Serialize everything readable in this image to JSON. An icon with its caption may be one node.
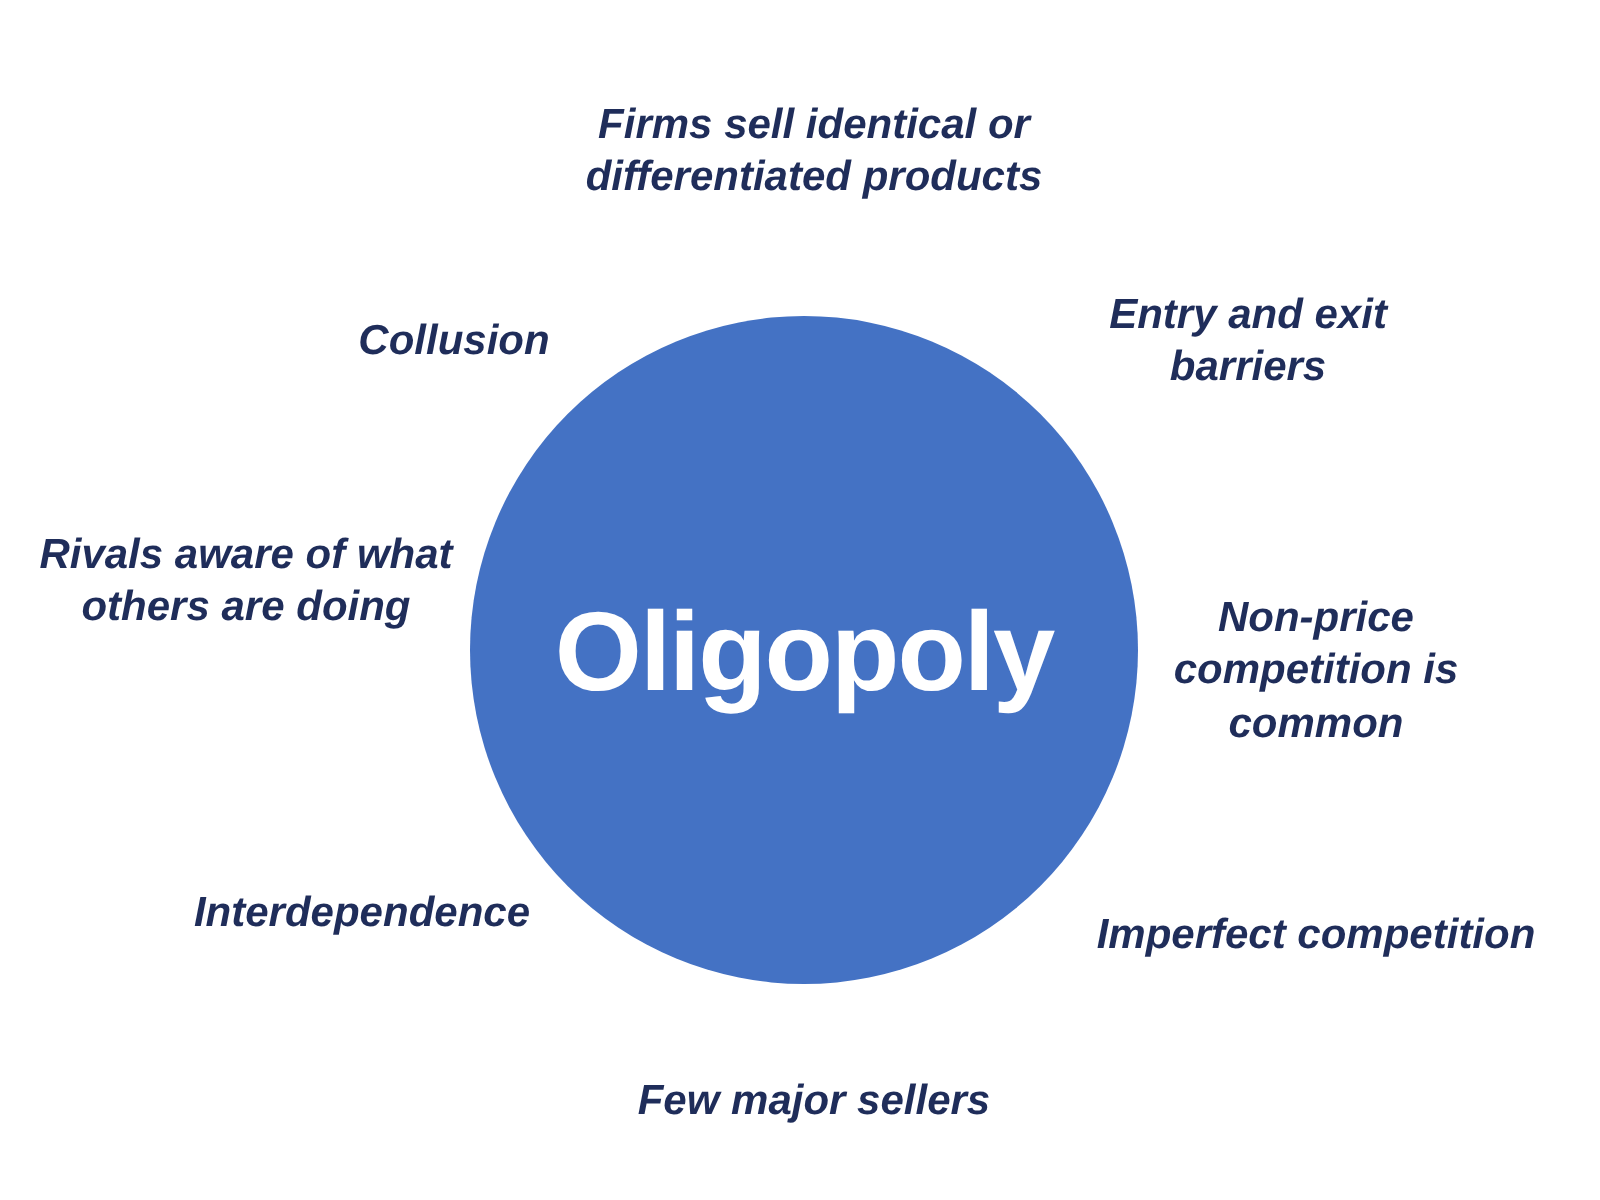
{
  "diagram": {
    "nodes": [
      {
        "text": [
          "Oligopoly"
        ]
      }
    ],
    "labels": [
      "Firms sell identical or differentiated products",
      "Collusion",
      "Entry and exit barriers",
      "Rivals aware of what others are doing",
      "Non-price competition is common",
      "Interdependence",
      "Imperfect competition",
      "Few major sellers"
    ]
  }
}
